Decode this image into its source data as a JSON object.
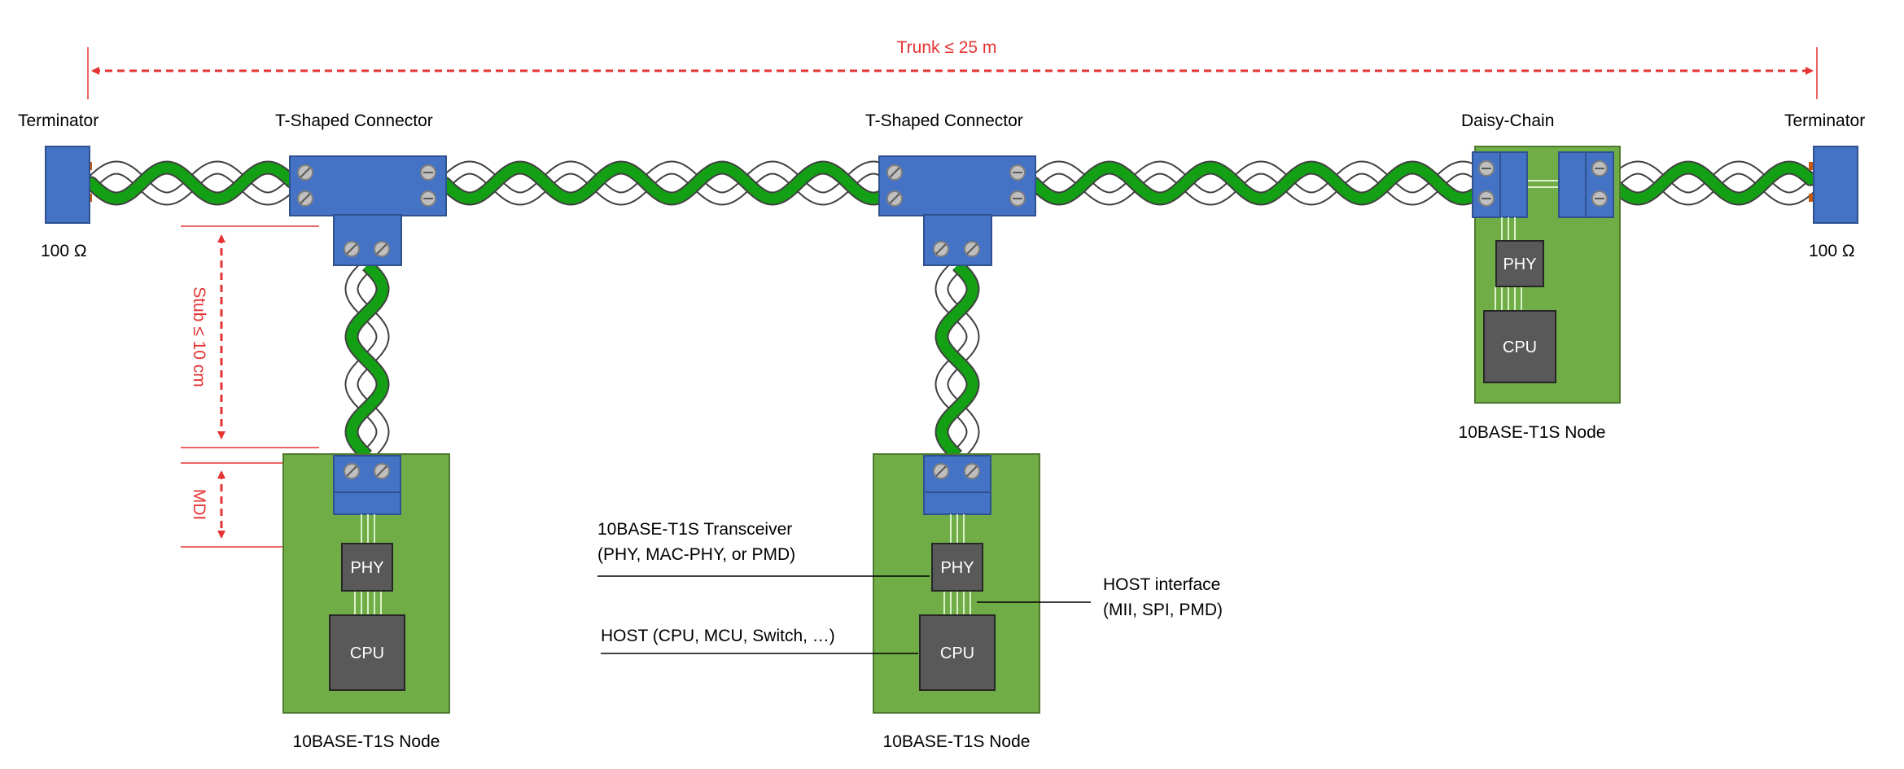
{
  "labels": {
    "trunk": "Trunk ≤ 25 m",
    "stub": "Stub ≤ 10 cm",
    "mdi": "MDI",
    "terminator_left": "Terminator",
    "terminator_right": "Terminator",
    "resistance_left": "100 Ω",
    "resistance_right": "100 Ω",
    "tconn_1": "T-Shaped Connector",
    "tconn_2": "T-Shaped Connector",
    "daisy_chain": "Daisy-Chain",
    "transceiver_line1": "10BASE-T1S Transceiver",
    "transceiver_line2": "(PHY, MAC-PHY, or PMD)",
    "host_label": "HOST (CPU, MCU, Switch, …)",
    "host_if_line1": "HOST interface",
    "host_if_line2": "(MII, SPI, PMD)"
  },
  "nodes": [
    {
      "name": "10BASE-T1S Node",
      "phy": "PHY",
      "cpu": "CPU"
    },
    {
      "name": "10BASE-T1S Node",
      "phy": "PHY",
      "cpu": "CPU"
    },
    {
      "name": "10BASE-T1S Node",
      "phy": "PHY",
      "cpu": "CPU"
    }
  ],
  "colors": {
    "connector_blue": "#4472c4",
    "board_green": "#70ad47",
    "wire_green": "#14a014",
    "chip_gray": "#595959",
    "dimension_red": "#e53333"
  }
}
